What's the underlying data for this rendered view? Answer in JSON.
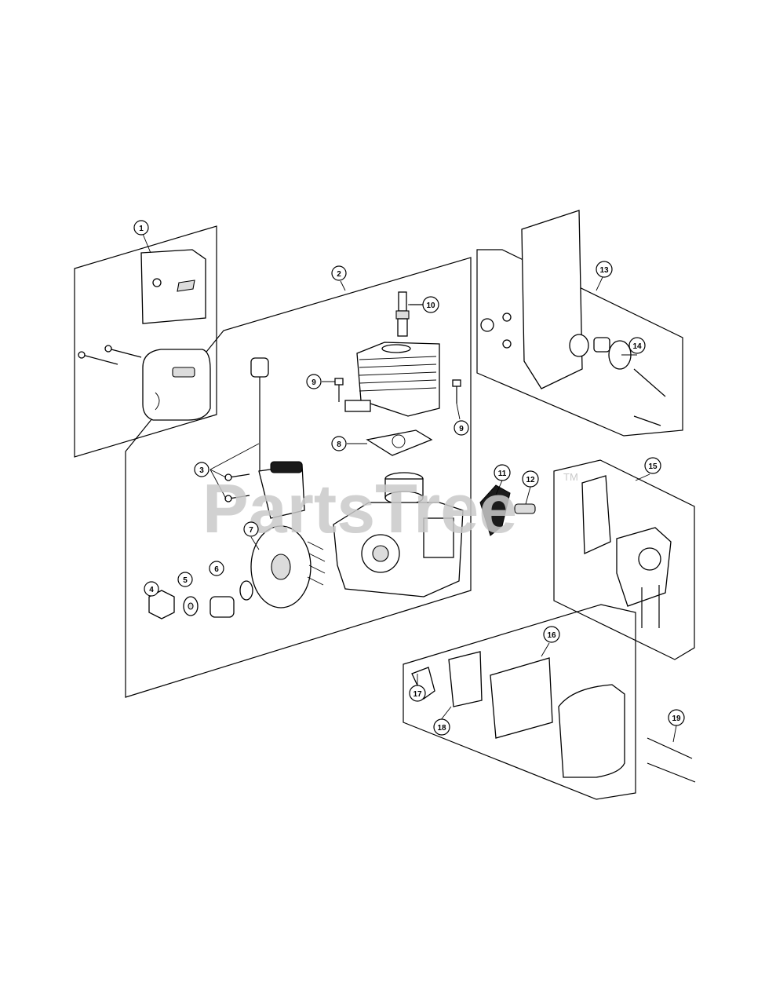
{
  "watermark": {
    "text": "PartsTree",
    "trademark": "TM"
  },
  "callouts": [
    "1",
    "2",
    "3",
    "4",
    "5",
    "6",
    "7",
    "8",
    "9",
    "9",
    "10",
    "11",
    "12",
    "13",
    "14",
    "15",
    "16",
    "17",
    "18",
    "19"
  ]
}
